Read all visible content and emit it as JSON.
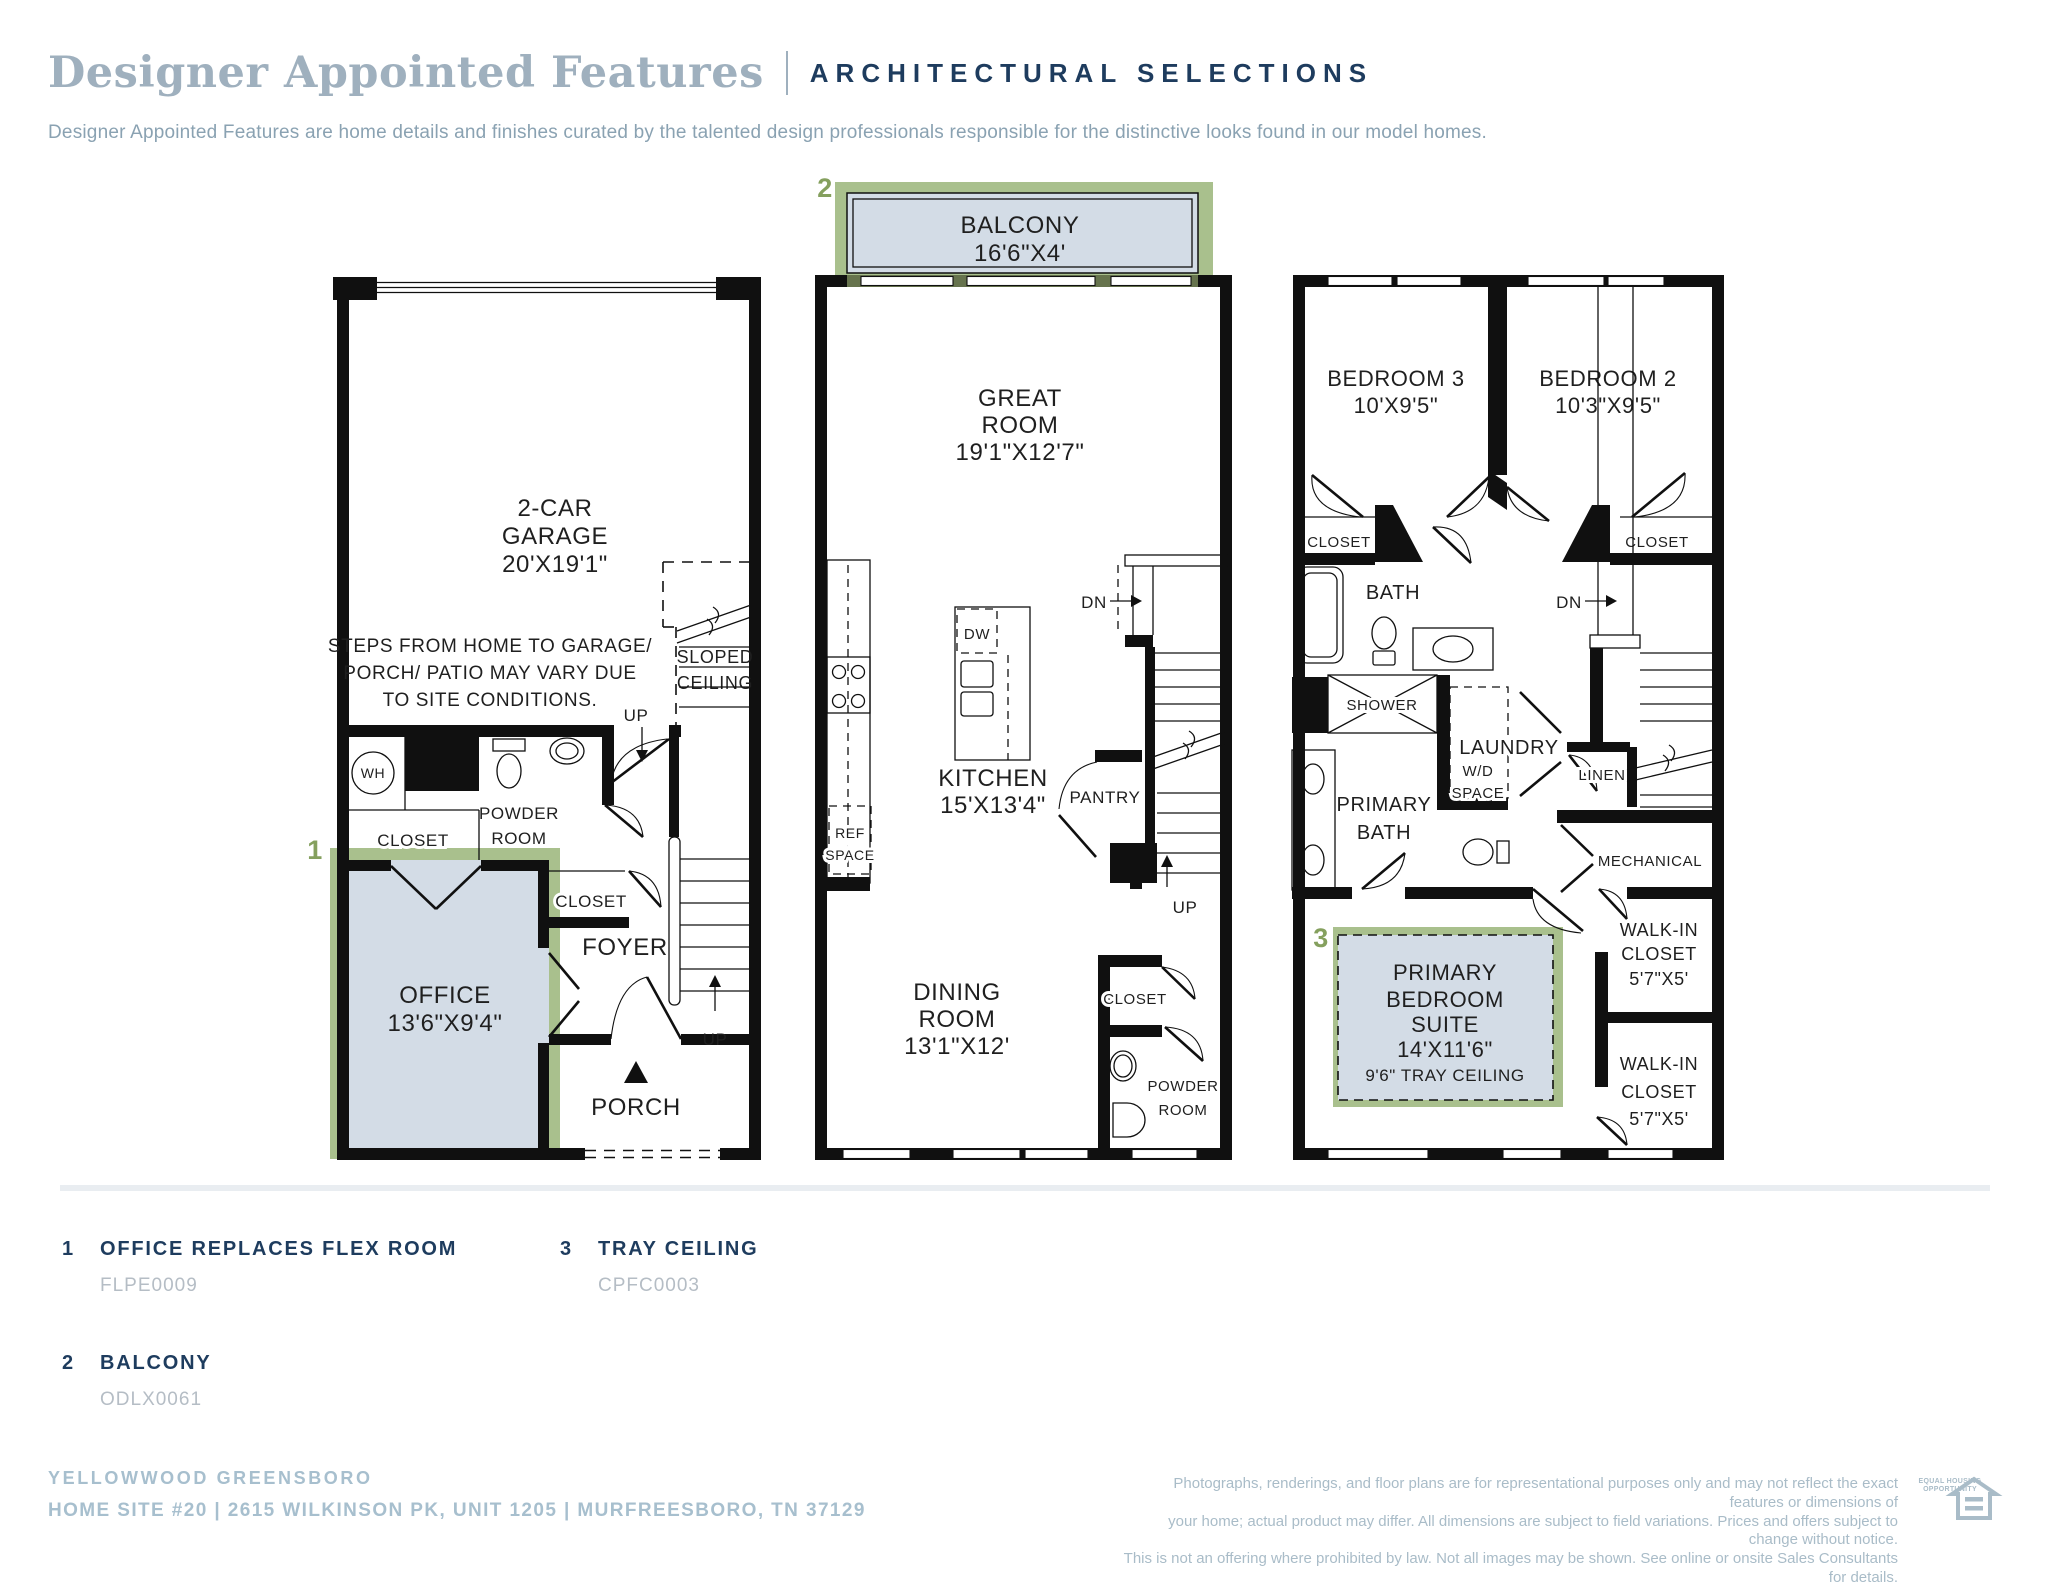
{
  "header": {
    "title": "Designer Appointed Features",
    "subtitle": "ARCHITECTURAL SELECTIONS",
    "description": "Designer Appointed Features are home details and finishes curated by the talented design professionals responsible for the distinctive looks found in our model homes."
  },
  "floor1": {
    "callout_num": "1",
    "garage": [
      "2-CAR",
      "GARAGE",
      "20'X19'1\""
    ],
    "note": [
      "STEPS FROM HOME TO GARAGE/",
      "PORCH/ PATIO MAY VARY DUE",
      "TO SITE CONDITIONS."
    ],
    "sloped_ceiling": [
      "SLOPED",
      "CEILING"
    ],
    "wh": "WH",
    "closet_upper": "CLOSET",
    "powder_room": [
      "POWDER",
      "ROOM"
    ],
    "office": [
      "OFFICE",
      "13'6\"X9'4\""
    ],
    "closet_lower": "CLOSET",
    "foyer": "FOYER",
    "up_door": "UP",
    "up_stairs": "UP",
    "porch": "PORCH"
  },
  "floor2": {
    "callout_num": "2",
    "balcony": [
      "BALCONY",
      "16'6\"X4'"
    ],
    "great_room": [
      "GREAT",
      "ROOM",
      "19'1\"X12'7\""
    ],
    "dw": "DW",
    "kitchen": [
      "KITCHEN",
      "15'X13'4\""
    ],
    "ref_space": [
      "REF",
      "SPACE"
    ],
    "pantry": "PANTRY",
    "dn": "DN",
    "up": "UP",
    "dining_room": [
      "DINING",
      "ROOM",
      "13'1\"X12'"
    ],
    "closet": "CLOSET",
    "powder_room": [
      "POWDER",
      "ROOM"
    ]
  },
  "floor3": {
    "callout_num": "3",
    "bedroom3": [
      "BEDROOM 3",
      "10'X9'5\""
    ],
    "bedroom2": [
      "BEDROOM 2",
      "10'3\"X9'5\""
    ],
    "closet_left": "CLOSET",
    "closet_right": "CLOSET",
    "bath": "BATH",
    "shower": "SHOWER",
    "laundry": "LAUNDRY",
    "wd_space": [
      "W/D",
      "SPACE"
    ],
    "linen": "LINEN",
    "dn": "DN",
    "primary_bath": [
      "PRIMARY",
      "BATH"
    ],
    "mechanical": "MECHANICAL",
    "primary_suite": [
      "PRIMARY",
      "BEDROOM",
      "SUITE",
      "14'X11'6\"",
      "9'6\" TRAY CEILING"
    ],
    "walkin_closet_top": [
      "WALK-IN",
      "CLOSET",
      "5'7\"X5'"
    ],
    "walkin_closet_bottom": [
      "WALK-IN",
      "CLOSET",
      "5'7\"X5'"
    ]
  },
  "features": [
    {
      "num": "1",
      "title": "OFFICE REPLACES FLEX ROOM",
      "code": "FLPE0009"
    },
    {
      "num": "2",
      "title": "BALCONY",
      "code": "ODLX0061"
    },
    {
      "num": "3",
      "title": "TRAY CEILING",
      "code": "CPFC0003"
    }
  ],
  "footer": {
    "community": "YELLOWWOOD GREENSBORO",
    "address": "HOME SITE #20  |  2615 WILKINSON PK, UNIT 1205  |  MURFREESBORO, TN 37129",
    "disclaimer": [
      "Photographs, renderings, and floor plans are for representational purposes only and may not reflect the exact features or dimensions of",
      "your home; actual product may differ. All dimensions are subject to field variations. Prices and offers subject to change without notice.",
      "This is not an offering where prohibited by law. Not all images may be shown. See online or onsite Sales Consultants for details."
    ],
    "eho": [
      "EQUAL HOUSING",
      "OPPORTUNITY"
    ]
  },
  "colors": {
    "navy": "#1e3c5e",
    "title_blue": "#9fb0be",
    "subtitle_gray": "#8aa2b2",
    "footer_blue": "#a7bfce",
    "code_gray": "#b5bdc5",
    "highlight_green": "#a9c08d",
    "highlight_fill": "#d3dce6",
    "line_black": "#101010"
  }
}
